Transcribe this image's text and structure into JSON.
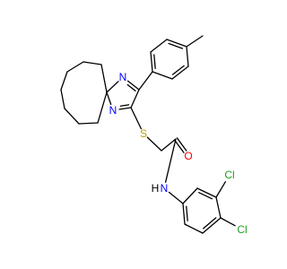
{
  "colors": {
    "background": "#ffffff",
    "bond": "#000000",
    "N": "#0000ff",
    "S": "#b8a000",
    "O": "#ff0000",
    "Cl": "#1fa01f"
  },
  "atoms": [
    {
      "id": "n1",
      "element": "N",
      "label": "N"
    },
    {
      "id": "n3",
      "element": "N",
      "label": "N"
    },
    {
      "id": "s",
      "element": "S",
      "label": "S"
    },
    {
      "id": "o",
      "element": "O",
      "label": "O"
    },
    {
      "id": "nh",
      "element": "N",
      "label": "N"
    },
    {
      "id": "h",
      "element": "H",
      "label": "H"
    },
    {
      "id": "cl1",
      "element": "Cl",
      "label": "Cl"
    },
    {
      "id": "cl2",
      "element": "Cl",
      "label": "Cl"
    }
  ]
}
